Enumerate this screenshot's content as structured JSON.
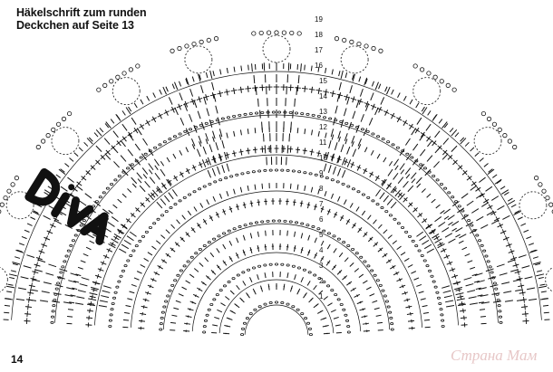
{
  "title_lines": [
    "Häkelschrift zum runden",
    "Deckchen auf Seite 13"
  ],
  "page_number": "14",
  "brand_stamp": "DIVA",
  "watermark": "Страна Мам",
  "row_numbers": [
    "1",
    "2",
    "3",
    "4",
    "5",
    "6",
    "7",
    "8",
    "9",
    "10",
    "11",
    "12",
    "13",
    "14",
    "15",
    "16",
    "17",
    "18",
    "19"
  ],
  "colors": {
    "ink": "#111111",
    "watermark": "#e7c7c7"
  }
}
